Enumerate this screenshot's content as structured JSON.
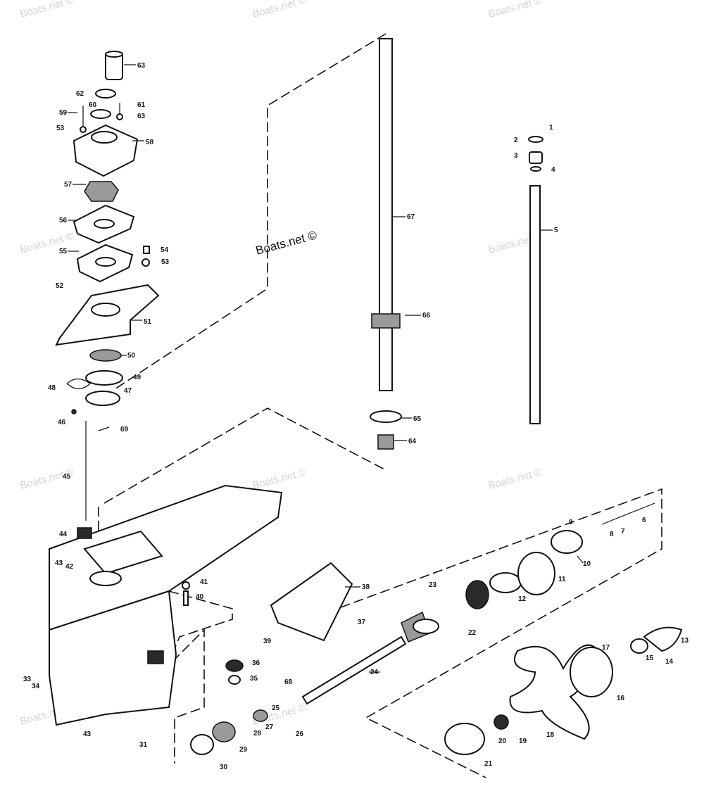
{
  "brand_label": "Boats.net ©",
  "watermark_text": "Boats.net ©",
  "callouts": [
    "1",
    "2",
    "3",
    "4",
    "5",
    "6",
    "7",
    "8",
    "9",
    "10",
    "11",
    "12",
    "13",
    "14",
    "15",
    "16",
    "17",
    "18",
    "19",
    "20",
    "21",
    "22",
    "23",
    "24",
    "25",
    "26",
    "27",
    "28",
    "29",
    "30",
    "31",
    "33",
    "34",
    "35",
    "36",
    "37",
    "38",
    "39",
    "40",
    "41",
    "42",
    "43",
    "44",
    "45",
    "46",
    "47",
    "48",
    "49",
    "50",
    "51",
    "52",
    "53",
    "54",
    "55",
    "56",
    "57",
    "58",
    "59",
    "60",
    "61",
    "62",
    "63",
    "64",
    "65",
    "66",
    "67",
    "68",
    "69"
  ]
}
